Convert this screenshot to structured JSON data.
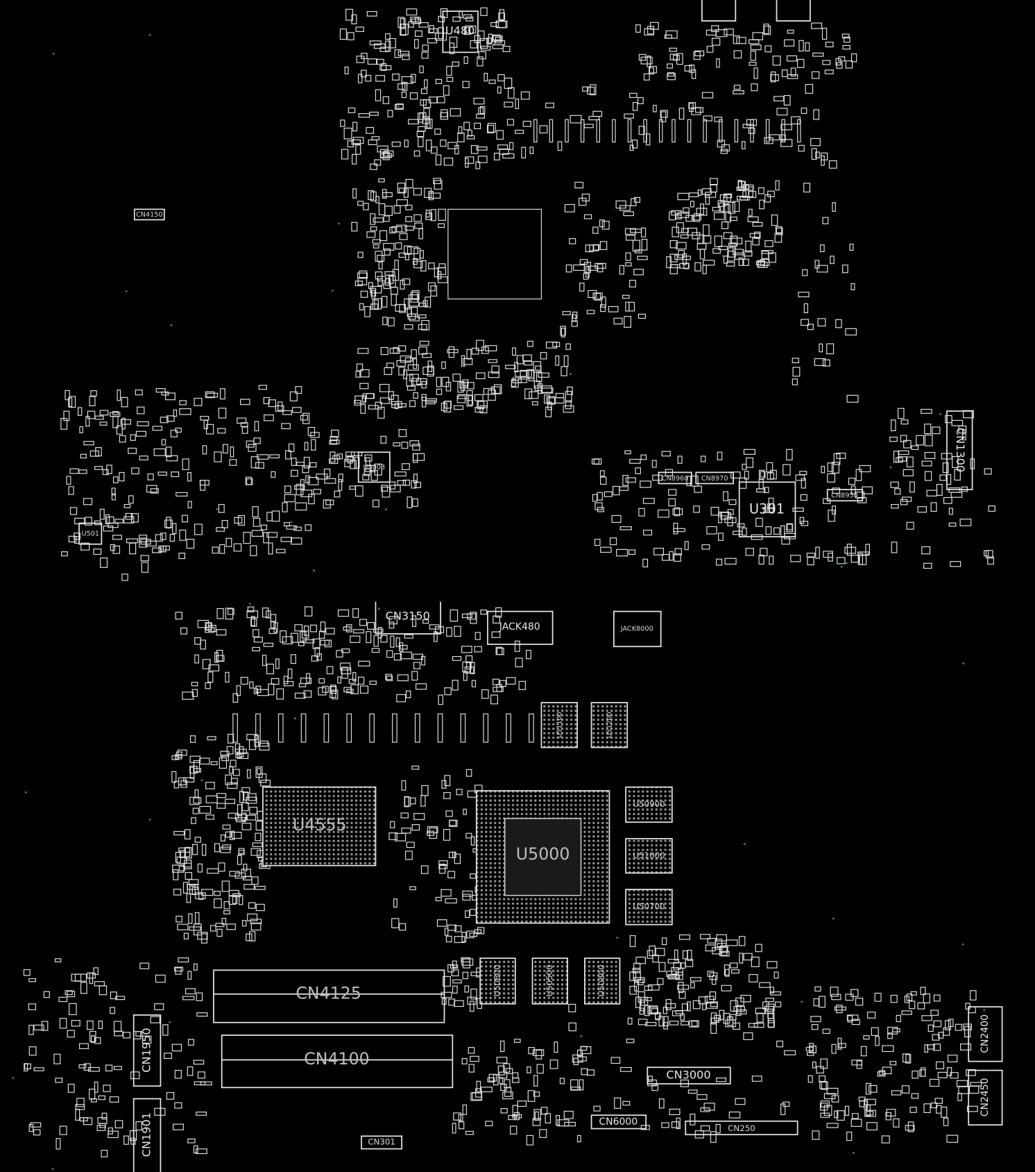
{
  "board": {
    "title": "PCB boardview",
    "colors": {
      "background": "#000000",
      "outline": "#e6e6e6",
      "via": "#2e8a7a"
    },
    "components": {
      "u480": "U480",
      "u301": "U301",
      "cn1300": "CN1300",
      "u8003": "U8003",
      "cn3150": "CN3150",
      "jack480": "JACK480",
      "jack8000": "JACK8000",
      "u51100": "U51100",
      "u51200": "U51200",
      "u4555": "U4555",
      "u5000": "U5000",
      "u50900": "U50900",
      "u51000": "U51000",
      "u50700": "U50700",
      "u50600": "U50600",
      "u50500": "U50500",
      "u50800": "U50800",
      "cn4125": "CN4125",
      "cn4100": "CN4100",
      "cn1950": "CN1950",
      "cn1901": "CN1901",
      "cn3000": "CN3000",
      "cn6000": "CN6000",
      "cn250": "CN250",
      "cn2400": "CN2400",
      "cn2450": "CN2450",
      "cn301": "CN301",
      "cn8960": "CN8960",
      "cn8970": "CN8970",
      "cn8950": "CN8950",
      "cn4150": "CN4150",
      "u501": "U501"
    }
  }
}
